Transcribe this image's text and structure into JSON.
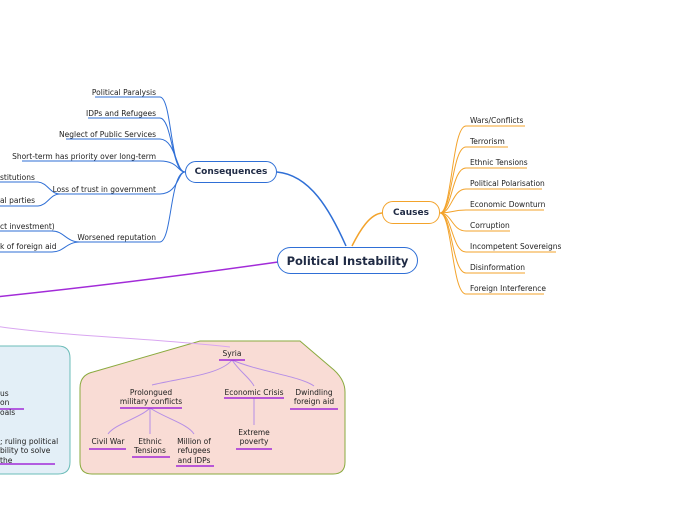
{
  "central": "Political Instability",
  "consequences": {
    "title": "Consequences",
    "items": [
      "Political Paralysis",
      "IDPs and Refugees",
      "Neglect of Public Services",
      "Short-term has priority over long-term",
      "Loss of trust in government",
      "Worsened reputation"
    ],
    "trust_children": [
      "stitutions",
      "al parties"
    ],
    "reputation_children": [
      "ct investment)",
      "k of foreign aid"
    ]
  },
  "causes": {
    "title": "Causes",
    "items": [
      "Wars/Conflicts",
      "Terrorism",
      "Ethnic Tensions",
      "Political Polarisation",
      "Economic Downturn",
      "Corruption",
      "Incompetent Sovereigns",
      "Disinformation",
      "Foreign Interference"
    ]
  },
  "syria": {
    "title": "Syria",
    "conflicts": "Prolongued military conflicts",
    "econ": "Economic Crisis",
    "aid": "Dwindling foreign aid",
    "civil_war": "Civil War",
    "ethnic": "Ethnic Tensions",
    "refugees": "Million of refugees and IDPs",
    "poverty": "Extreme poverty"
  },
  "left_panel": {
    "text1": "us on oals",
    "text2": "; ruling political bility to solve the"
  },
  "colors": {
    "blue": "#2f6fd6",
    "orange": "#f3a32b",
    "purple": "#a22bd8",
    "syria_bg": "#f9dcd5",
    "syria_border": "#8aaa3e",
    "left_bg": "#e3eff7",
    "left_border": "#6bbcb8"
  }
}
